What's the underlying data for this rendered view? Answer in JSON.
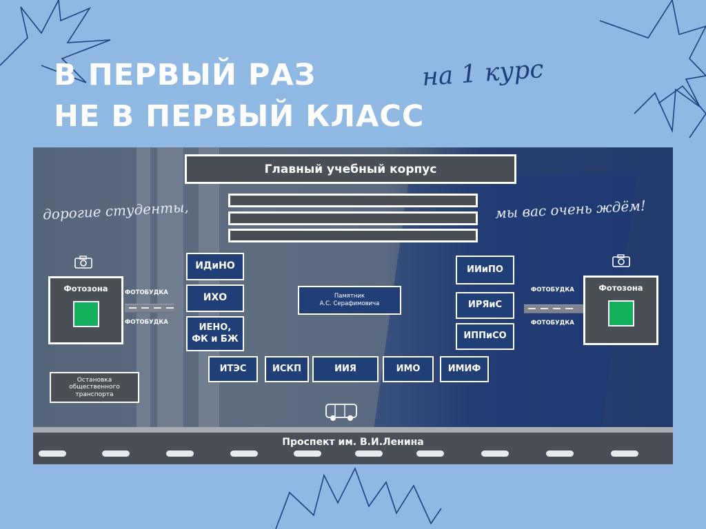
{
  "header": {
    "line1": "В ПЕРВЫЙ РАЗ",
    "line2": "НЕ В ПЕРВЫЙ КЛАСС",
    "script_note": "на 1 курс"
  },
  "map": {
    "main_building": "Главный учебный корпус",
    "greeting_left": "дорогие студенты,",
    "greeting_right": "мы вас очень ждём!",
    "monument": "Памятник\nА.С. Серафимовича",
    "photozone_left": "Фотозона",
    "photozone_right": "Фотозона",
    "photobooth_labels": [
      "ФОТОБУДКА",
      "ФОТОБУДКА",
      "ФОТОБУДКА",
      "ФОТОБУДКА"
    ],
    "bus_stop": "Остановка\nобщественного\nтранспорта",
    "street": "Проспект им. В.И.Ленина",
    "institutes_left": [
      "ИДиНО",
      "ИХО",
      "ИЕНО,\nФК и БЖ"
    ],
    "institutes_right": [
      "ИИиПО",
      "ИРЯиС",
      "ИППиСО"
    ],
    "institutes_bottom": [
      "ИТЭС",
      "ИСКП",
      "ИИЯ",
      "ИМО",
      "ИМИФ"
    ]
  },
  "colors": {
    "background": "#8fb8e2",
    "institute_fill": "#1f3f76",
    "building_fill": "#4a4e55",
    "photozone_marker": "#13b15e",
    "script_text": "#1e3f78"
  },
  "icons": [
    "camera-icon",
    "bus-icon"
  ]
}
